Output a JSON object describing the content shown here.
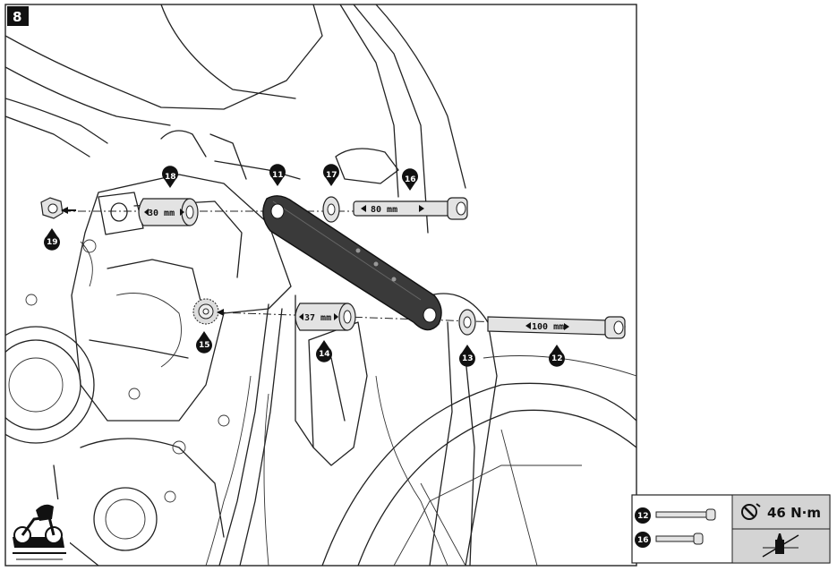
{
  "step": {
    "number": "8"
  },
  "callouts": [
    {
      "id": "c11",
      "label": "11"
    },
    {
      "id": "c12",
      "label": "12"
    },
    {
      "id": "c13",
      "label": "13"
    },
    {
      "id": "c14",
      "label": "14"
    },
    {
      "id": "c15",
      "label": "15"
    },
    {
      "id": "c16",
      "label": "16"
    },
    {
      "id": "c17",
      "label": "17"
    },
    {
      "id": "c18",
      "label": "18"
    },
    {
      "id": "c19",
      "label": "19"
    }
  ],
  "dimensions": {
    "spacer_18": "30 mm",
    "bolt_16": "80 mm",
    "spacer_14": "37 mm",
    "bolt_12": "100 mm"
  },
  "torque_panel": {
    "bolts": [
      {
        "label": "12"
      },
      {
        "label": "16"
      }
    ],
    "torque_value": "46 N·m",
    "torque_icon": "torque-wrench-icon",
    "threadlock_icon": "no-threadlock-icon"
  },
  "corner_icon": "motorcycle-side-icon",
  "colors": {
    "callout_fill": "#111111",
    "bracket_fill": "#3a3a3a",
    "part_fill": "#e3e3e3",
    "panel_fill": "#d4d4d4",
    "frame_stroke": "#222222"
  }
}
